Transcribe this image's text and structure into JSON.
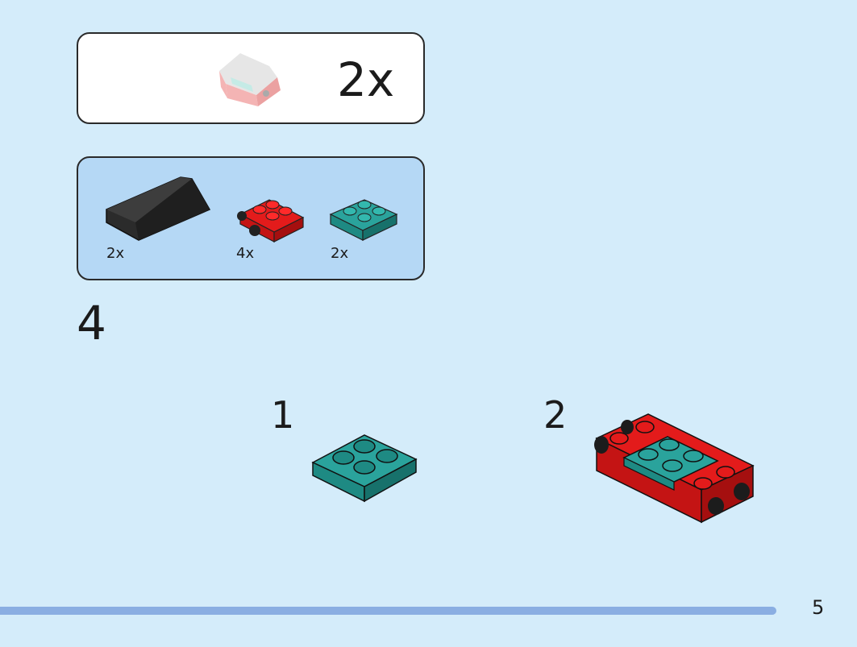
{
  "subassembly": {
    "multiplier": "2x"
  },
  "parts_list": [
    {
      "name": "black slope 2x4",
      "qty": "2x"
    },
    {
      "name": "red plate 2x2 with wheels",
      "qty": "4x"
    },
    {
      "name": "teal plate 2x2",
      "qty": "2x"
    }
  ],
  "step": {
    "number": "4",
    "substeps": [
      "1",
      "2"
    ]
  },
  "page": {
    "number": "5"
  },
  "colors": {
    "background": "#d4ecfa",
    "parts_panel": "#b5d8f5",
    "progress_bar": "#8aaee2",
    "brick_red": "#e31b1b",
    "brick_teal": "#2aa39c",
    "brick_black": "#2b2b2b"
  }
}
